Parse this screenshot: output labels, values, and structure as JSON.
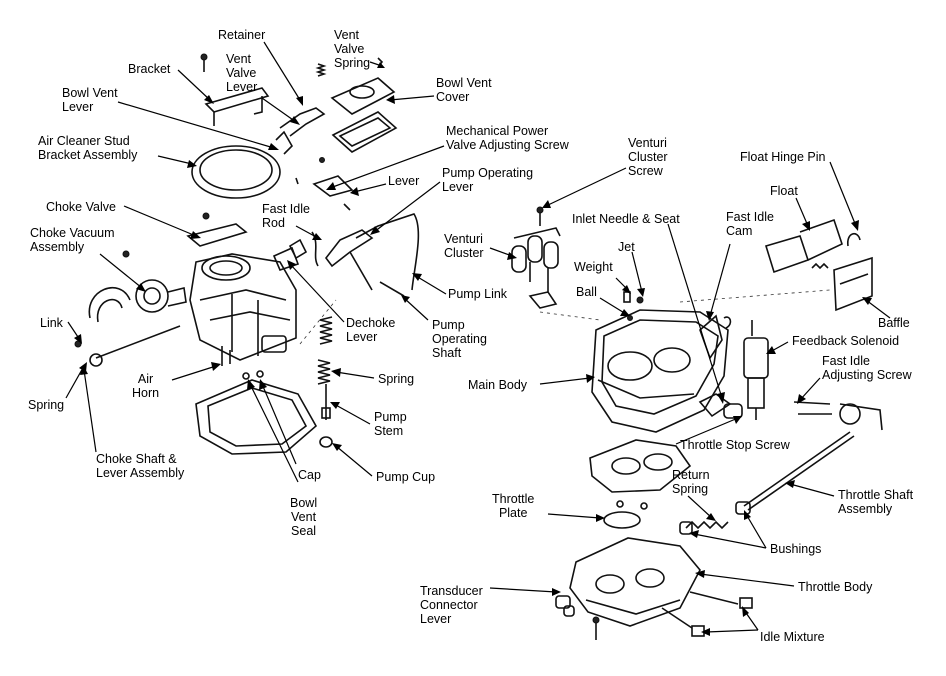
{
  "labels": {
    "retainer": "Retainer",
    "vent_valve_spring": "Vent\nValve\nSpring",
    "bracket": "Bracket",
    "vent_valve_lever": "Vent\nValve\nLever",
    "bowl_vent_cover": "Bowl Vent\nCover",
    "bowl_vent_lever": "Bowl Vent\nLever",
    "mech_power_valve": "Mechanical Power\nValve Adjusting Screw",
    "air_cleaner_stud": "Air Cleaner Stud\nBracket Assembly",
    "venturi_cluster_screw": "Venturi\nCluster\nScrew",
    "lever": "Lever",
    "float_hinge_pin": "Float Hinge Pin",
    "pump_operating_lever": "Pump Operating\nLever",
    "float": "Float",
    "choke_valve": "Choke Valve",
    "fast_idle_rod": "Fast Idle\nRod",
    "inlet_needle_seat": "Inlet Needle & Seat",
    "fast_idle_cam": "Fast Idle\nCam",
    "choke_vacuum_assembly": "Choke Vacuum\nAssembly",
    "venturi_cluster": "Venturi\nCluster",
    "jet": "Jet",
    "weight": "Weight",
    "pump_link": "Pump Link",
    "ball": "Ball",
    "baffle": "Baffle",
    "link": "Link",
    "dechoke_lever": "Dechoke\nLever",
    "pump_operating_shaft": "Pump\nOperating\nShaft",
    "feedback_solenoid": "Feedback Solenoid",
    "fast_idle_adjusting_screw": "Fast Idle\nAdjusting Screw",
    "air_horn": "Air\nHorn",
    "spring_left": "Spring",
    "spring_center": "Spring",
    "main_body": "Main Body",
    "pump_stem": "Pump\nStem",
    "throttle_stop_screw": "Throttle Stop Screw",
    "choke_shaft_lever": "Choke Shaft &\nLever Assembly",
    "cap": "Cap",
    "pump_cup": "Pump Cup",
    "return_spring": "Return\nSpring",
    "throttle_shaft_assembly": "Throttle Shaft\nAssembly",
    "throttle_plate": "Throttle\nPlate",
    "bowl_vent_seal": "Bowl\nVent\nSeal",
    "bushings": "Bushings",
    "throttle_body": "Throttle Body",
    "transducer_connector_lever": "Transducer\nConnector\nLever",
    "idle_mixture": "Idle Mixture"
  }
}
